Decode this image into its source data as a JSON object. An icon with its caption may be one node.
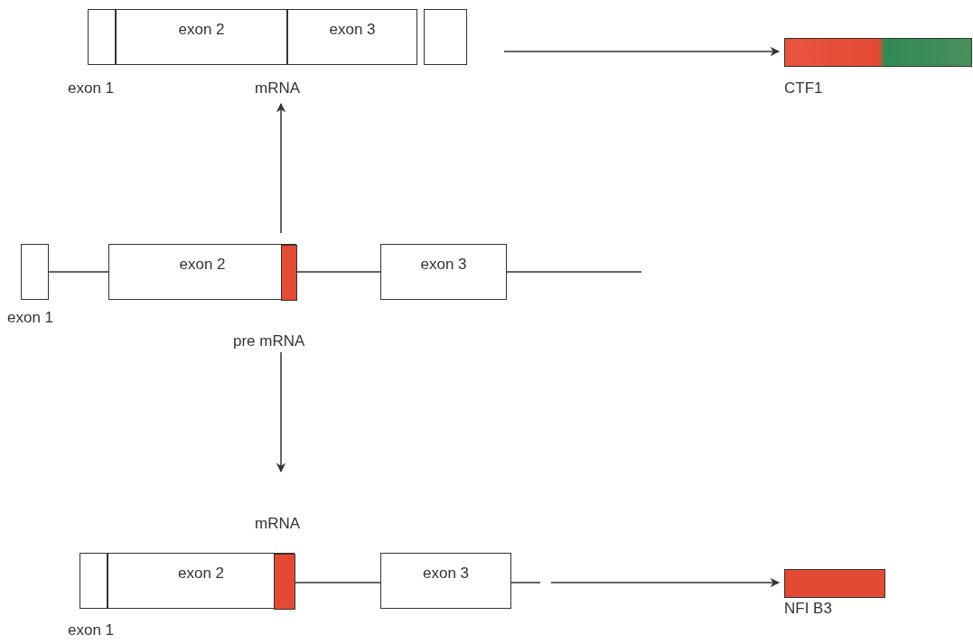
{
  "diagram": {
    "nodes": [
      {
        "text": [
          "mRNA"
        ]
      },
      {
        "text": [
          "exon 1"
        ],
        "in": 0
      },
      {
        "text": [
          "exon 2"
        ],
        "in": 0
      },
      {
        "text": [
          "exon 3"
        ],
        "in": 0
      },
      {
        "text": [],
        "shape": "box",
        "in": 0
      },
      {
        "text": [
          "CTF1"
        ]
      },
      {
        "text": [
          "pre mRNA"
        ]
      },
      {
        "text": [
          "exon 1"
        ],
        "in": 6
      },
      {
        "text": [
          "exon 2"
        ],
        "in": 6
      },
      {
        "text": [],
        "shape": "bar",
        "in": 8
      },
      {
        "text": [
          "exon 3"
        ],
        "in": 6
      },
      {
        "text": [
          "mRNA"
        ]
      },
      {
        "text": [
          "exon 1"
        ],
        "in": 11
      },
      {
        "text": [
          "exon 2"
        ],
        "in": 11
      },
      {
        "text": [],
        "shape": "bar",
        "in": 13
      },
      {
        "text": [
          "exon 3"
        ],
        "in": 11
      },
      {
        "text": [
          "NFI B3"
        ]
      }
    ],
    "edges": [
      {
        "from": 6,
        "to": 0,
        "arrow": "to"
      },
      {
        "from": 6,
        "to": 11,
        "arrow": "to"
      },
      {
        "from": 0,
        "to": 5,
        "arrow": "to"
      },
      {
        "from": 11,
        "to": 16,
        "arrow": "to"
      },
      {
        "from": 7,
        "to": 8,
        "arrow": "none"
      },
      {
        "from": 9,
        "to": 10,
        "arrow": "none"
      },
      {
        "from": 10,
        "to": null,
        "arrow": "none"
      },
      {
        "from": 14,
        "to": 15,
        "arrow": "none"
      },
      {
        "from": 15,
        "to": null,
        "arrow": "none"
      }
    ]
  }
}
